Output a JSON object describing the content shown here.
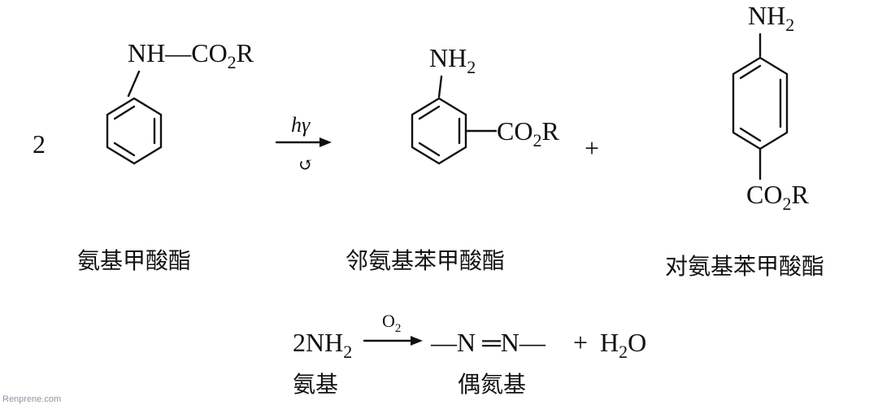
{
  "reaction1": {
    "coefficient": "2",
    "reactant": {
      "substituent_prefix": "NH—CO",
      "substituent_sub": "2",
      "substituent_suffix": "R",
      "name": "氨基甲酸酯"
    },
    "arrow": {
      "above": "hγ",
      "below": "↺"
    },
    "product_ortho": {
      "amine_prefix": "NH",
      "amine_sub": "2",
      "ester_prefix": "CO",
      "ester_sub": "2",
      "ester_suffix": "R",
      "name": "邻氨基苯甲酸酯"
    },
    "plus": "+",
    "product_para": {
      "amine_prefix": "NH",
      "amine_sub": "2",
      "ester_prefix": "CO",
      "ester_sub": "2",
      "ester_suffix": "R",
      "name": "对氨基苯甲酸酯"
    }
  },
  "reaction2": {
    "reactant_prefix": "2NH",
    "reactant_sub": "2",
    "reactant_name": "氨基",
    "arrow_above_prefix": "O",
    "arrow_above_sub": "2",
    "product_azo": "—N ═N—",
    "product_name": "偶氮基",
    "plus": "+",
    "water_prefix": "H",
    "water_sub": "2",
    "water_suffix": "O"
  },
  "watermark": "Renprene.com"
}
